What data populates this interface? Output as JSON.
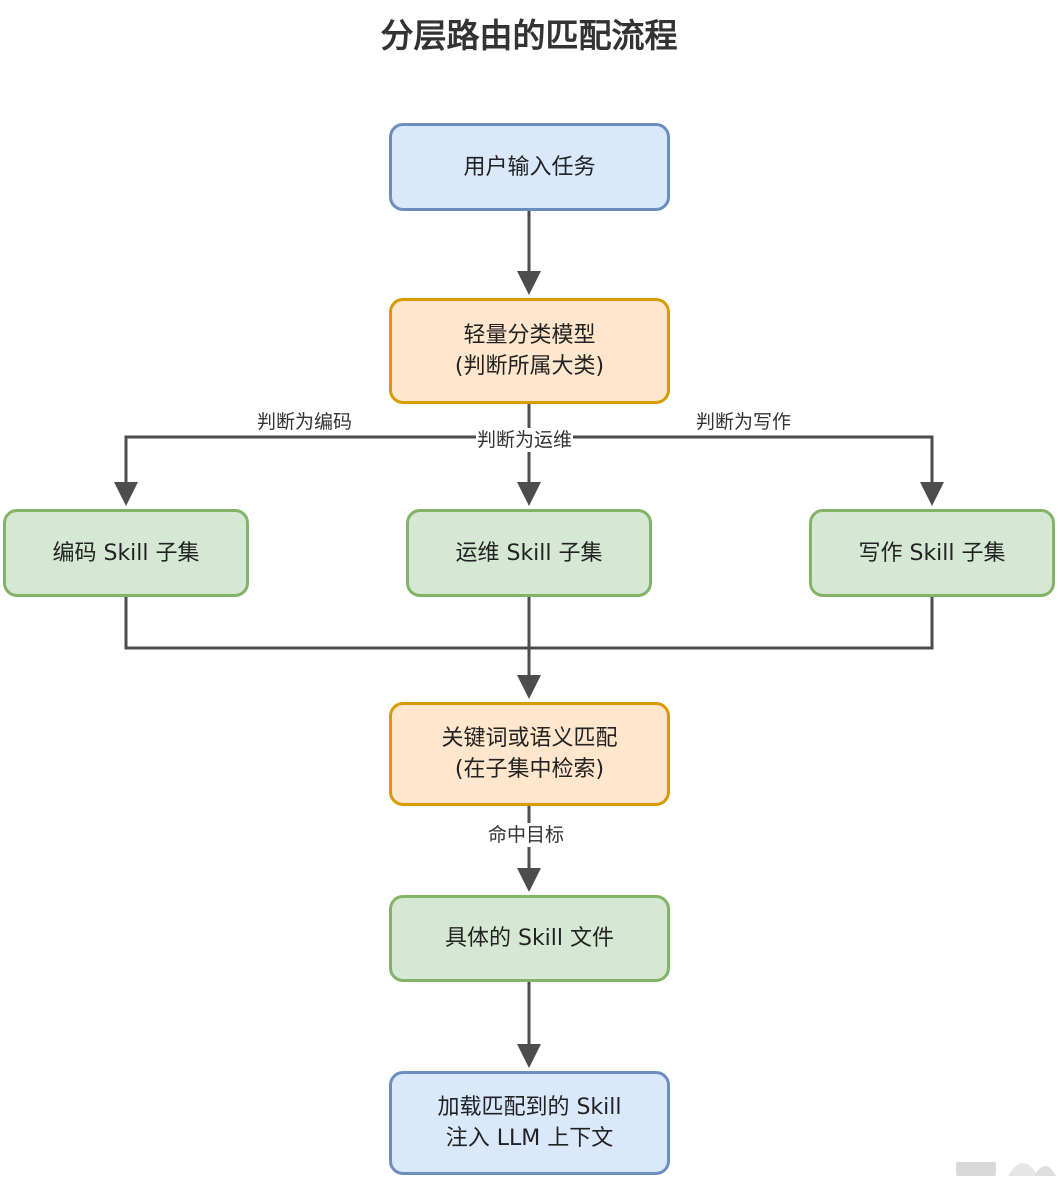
{
  "title": "分层路由的匹配流程",
  "nodes": {
    "user_input": {
      "lines": [
        "用户输入任务"
      ]
    },
    "classifier": {
      "lines": [
        "轻量分类模型",
        "(判断所属大类)"
      ]
    },
    "coding_subset": {
      "lines": [
        "编码 Skill 子集"
      ]
    },
    "ops_subset": {
      "lines": [
        "运维 Skill 子集"
      ]
    },
    "writing_subset": {
      "lines": [
        "写作 Skill 子集"
      ]
    },
    "matcher": {
      "lines": [
        "关键词或语义匹配",
        "(在子集中检索)"
      ]
    },
    "skill_file": {
      "lines": [
        "具体的 Skill 文件"
      ]
    },
    "load_inject": {
      "lines": [
        "加载匹配到的 Skill",
        "注入 LLM 上下文"
      ]
    }
  },
  "edges": {
    "to_coding": "判断为编码",
    "to_ops": "判断为运维",
    "to_writing": "判断为写作",
    "hit": "命中目标"
  },
  "colors": {
    "blue_fill": "#dae8fc",
    "blue_stroke": "#6c8ebf",
    "orange_fill": "#ffe6cc",
    "orange_stroke": "#d79b00",
    "green_fill": "#d5e8d4",
    "green_stroke": "#82b366",
    "connector": "#4d4d4d"
  }
}
